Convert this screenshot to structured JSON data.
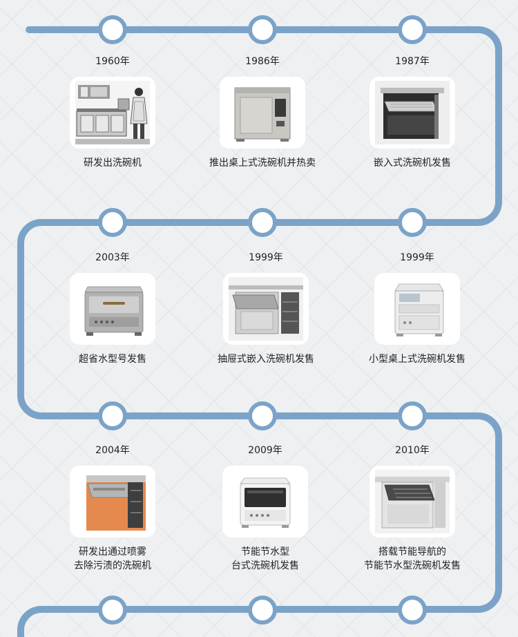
{
  "timeline": {
    "accent_color": "#7ba3c8",
    "items": [
      {
        "year": "1960年",
        "caption_line1": "研发出洗碗机",
        "caption_line2": "",
        "icon": "kitchen-photo-icon"
      },
      {
        "year": "1986年",
        "caption_line1": "推出桌上式洗碗机并热卖",
        "caption_line2": "",
        "icon": "countertop-dishwasher-icon"
      },
      {
        "year": "1987年",
        "caption_line1": "嵌入式洗碗机发售",
        "caption_line2": "",
        "icon": "built-in-dishwasher-icon"
      },
      {
        "year": "2003年",
        "caption_line1": "超省水型号发售",
        "caption_line2": "",
        "icon": "compact-dishwasher-icon"
      },
      {
        "year": "1999年",
        "caption_line1": "抽屉式嵌入洗碗机发售",
        "caption_line2": "",
        "icon": "drawer-dishwasher-icon"
      },
      {
        "year": "1999年",
        "caption_line1": "小型桌上式洗碗机发售",
        "caption_line2": "",
        "icon": "small-countertop-dishwasher-icon"
      },
      {
        "year": "2004年",
        "caption_line1": "研发出通过喷雾",
        "caption_line2": "去除污渍的洗碗机",
        "icon": "spray-dishwasher-icon"
      },
      {
        "year": "2009年",
        "caption_line1": "节能节水型",
        "caption_line2": "台式洗碗机发售",
        "icon": "eco-countertop-dishwasher-icon"
      },
      {
        "year": "2010年",
        "caption_line1": "搭载节能导航的",
        "caption_line2": "节能节水型洗碗机发售",
        "icon": "eco-navi-dishwasher-icon"
      }
    ]
  }
}
